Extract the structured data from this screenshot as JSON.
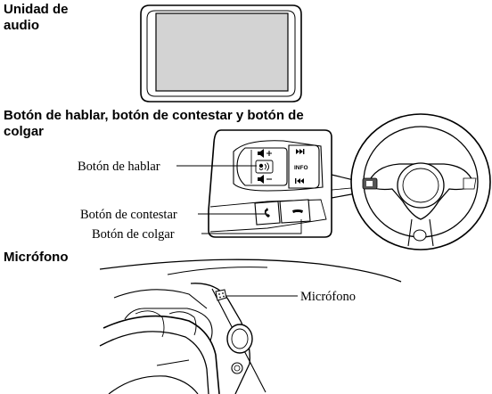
{
  "sections": {
    "audio_unit": {
      "title_line1": "Unidad de",
      "title_line2": "audio"
    },
    "buttons": {
      "title_line1": "Botón de hablar, botón de contestar y botón de",
      "title_line2": "colgar"
    },
    "microphone": {
      "title": "Micrófono"
    }
  },
  "callouts": {
    "talk_button": "Botón de hablar",
    "pickup_button": "Botón de contestar",
    "hangup_button": "Botón de colgar",
    "microphone": "Micrófono"
  },
  "switch_panel": {
    "info_label": "INFO"
  }
}
